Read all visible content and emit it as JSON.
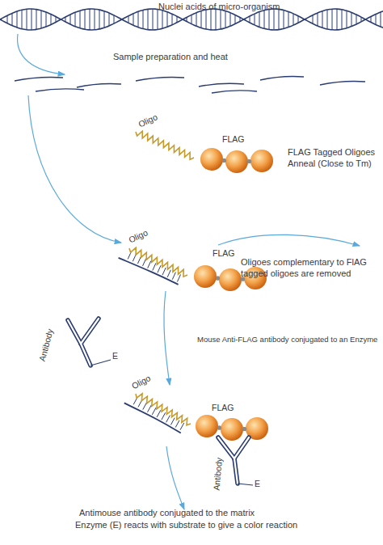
{
  "diagram": {
    "labels": [
      "Nuclei acids of micro-organism",
      "Sample preparation and heat",
      "Oligo",
      "FLAG",
      "FLAG Tagged Oligoes Anneal (Close to Tm)",
      "Oligo",
      "FLAG",
      "Oligoes complementary to FlAG tagged oligoes are removed",
      "Antibody",
      "E",
      "Mouse Anti-FLAG antibody conjugated to an Enzyme",
      "Oligo",
      "FLAG",
      "Antibody",
      "E",
      "Antimouse antibody conjugated to the matrix",
      "Enzyme (E) reacts with substrate to give a color reaction"
    ]
  }
}
